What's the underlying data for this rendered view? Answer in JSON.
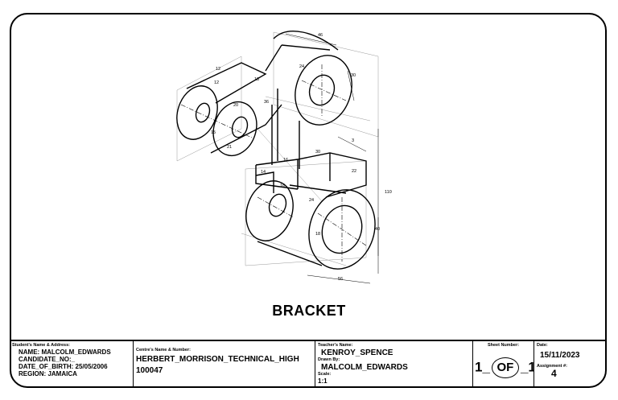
{
  "drawing": {
    "title": "BRACKET",
    "dimensions": [
      "46",
      "24",
      "30",
      "12",
      "18",
      "12",
      "20",
      "36",
      "15",
      "21",
      "30",
      "3",
      "16",
      "14",
      "16",
      "22",
      "24",
      "110",
      "40",
      "56",
      "18"
    ]
  },
  "title_block": {
    "student": {
      "label": "Student's Name & Address:",
      "name": "NAME: MALCOLM_EDWARDS",
      "candidate": "CANDIDATE_NO:_",
      "dob": "DATE_OF_BIRTH: 25/05/2006",
      "region": "REGION: JAMAICA"
    },
    "centre": {
      "label": "Centre's Name & Number:",
      "name": "HERBERT_MORRISON_TECHNICAL_HIGH",
      "number": "100047"
    },
    "teacher": {
      "label": "Teacher's Name:",
      "name": "KENROY_SPENCE",
      "drawn_by_label": "Drawn By:",
      "drawn_by": "MALCOLM_EDWARDS",
      "scale_label": "Scale:",
      "scale": "1:1"
    },
    "sheet": {
      "label": "Sheet Number:",
      "current": "1",
      "of": "OF",
      "total": "1"
    },
    "date": {
      "label": "Date:",
      "value": "15/11/2023",
      "assignment_label": "Assignment #:",
      "assignment": "4"
    }
  }
}
